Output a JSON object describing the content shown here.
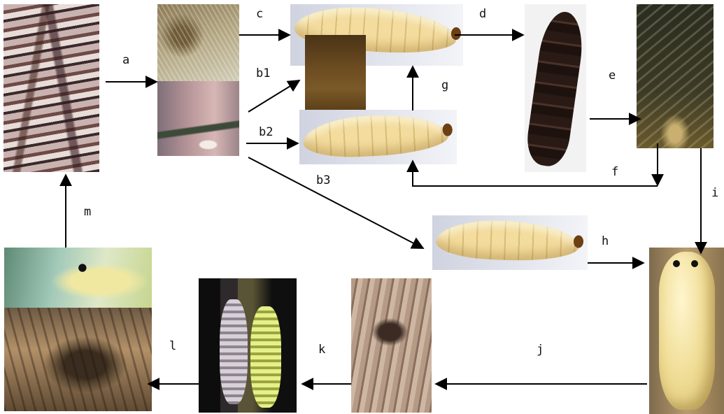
{
  "diagram": {
    "labels": {
      "a": "a",
      "b1": "b1",
      "b2": "b2",
      "b3": "b3",
      "c": "c",
      "d": "d",
      "e": "e",
      "f": "f",
      "g": "g",
      "h": "h",
      "i": "i",
      "j": "j",
      "k": "k",
      "l": "l",
      "m": "m"
    },
    "colors": {
      "arrow": "#000000",
      "text": "#111111",
      "background": "#ffffff"
    }
  }
}
